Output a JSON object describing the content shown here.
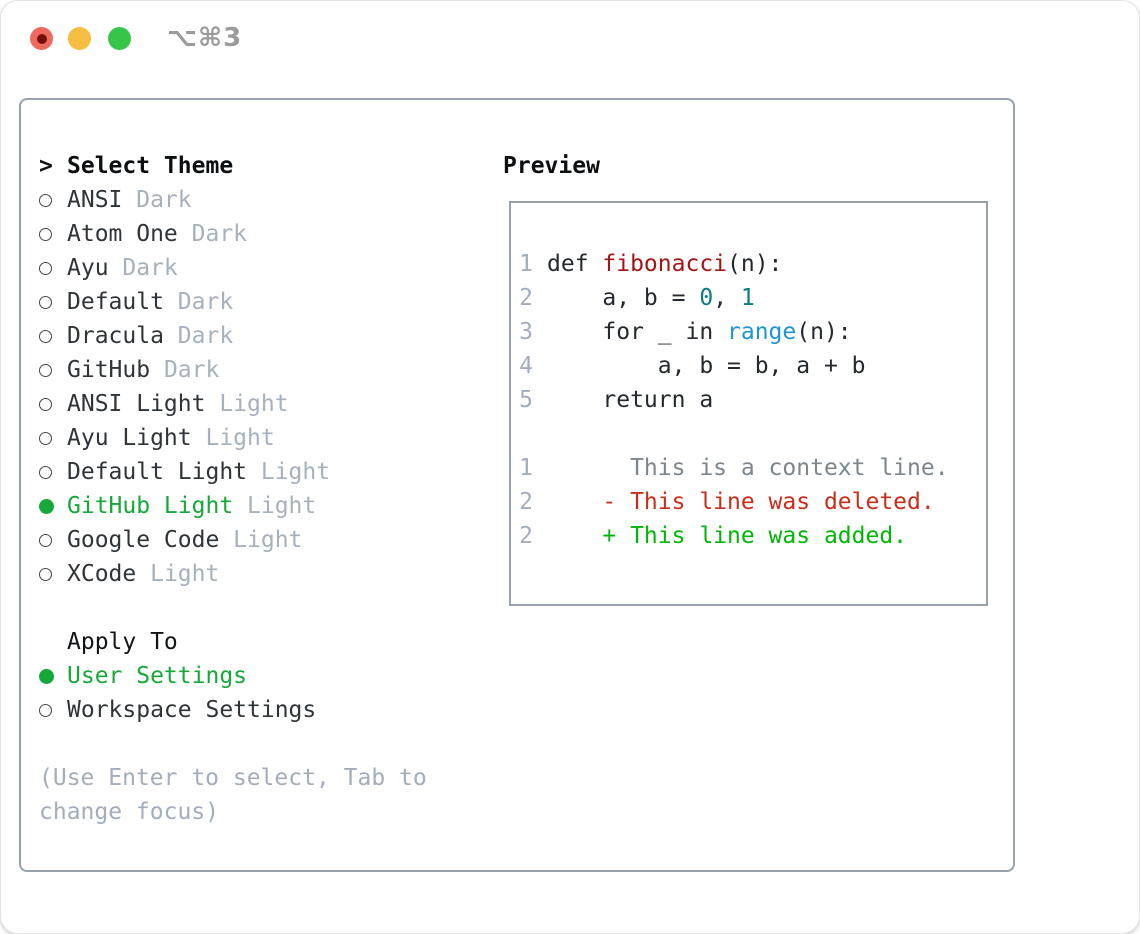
{
  "window": {
    "title": "⌥⌘3",
    "traffic_lights": [
      {
        "name": "close",
        "color": "#ef6a5e",
        "has_inner_dot": true
      },
      {
        "name": "minimize",
        "color": "#f6be40",
        "has_inner_dot": false
      },
      {
        "name": "maximize",
        "color": "#37c64a",
        "has_inner_dot": false
      }
    ]
  },
  "theme_picker": {
    "header_marker": ">",
    "header": "Select Theme",
    "items": [
      {
        "name": "ANSI",
        "variant": "Dark",
        "selected": false
      },
      {
        "name": "Atom One",
        "variant": "Dark",
        "selected": false
      },
      {
        "name": "Ayu",
        "variant": "Dark",
        "selected": false
      },
      {
        "name": "Default",
        "variant": "Dark",
        "selected": false
      },
      {
        "name": "Dracula",
        "variant": "Dark",
        "selected": false
      },
      {
        "name": "GitHub",
        "variant": "Dark",
        "selected": false
      },
      {
        "name": "ANSI Light",
        "variant": "Light",
        "selected": false
      },
      {
        "name": "Ayu Light",
        "variant": "Light",
        "selected": false
      },
      {
        "name": "Default Light",
        "variant": "Light",
        "selected": false
      },
      {
        "name": "GitHub Light",
        "variant": "Light",
        "selected": true
      },
      {
        "name": "Google Code",
        "variant": "Light",
        "selected": false
      },
      {
        "name": "XCode",
        "variant": "Light",
        "selected": false
      }
    ],
    "apply": {
      "header": "Apply To",
      "options": [
        {
          "name": "User Settings",
          "selected": true
        },
        {
          "name": "Workspace Settings",
          "selected": false
        }
      ]
    },
    "hint_lines": [
      "(Use Enter to select, Tab to",
      "change focus)"
    ]
  },
  "preview": {
    "label": "Preview",
    "lines": [
      {
        "num": "1",
        "tokens": [
          [
            "def ",
            "plain"
          ],
          [
            "fibonacci",
            "fn"
          ],
          [
            "(n):",
            "plain"
          ]
        ]
      },
      {
        "num": "2",
        "tokens": [
          [
            "    a, b = ",
            "plain"
          ],
          [
            "0",
            "num"
          ],
          [
            ", ",
            "plain"
          ],
          [
            "1",
            "num"
          ]
        ]
      },
      {
        "num": "3",
        "tokens": [
          [
            "    for _ in ",
            "plain"
          ],
          [
            "range",
            "call"
          ],
          [
            "(n):",
            "plain"
          ]
        ]
      },
      {
        "num": "4",
        "tokens": [
          [
            "        a, b = b, a + b",
            "plain"
          ]
        ]
      },
      {
        "num": "5",
        "tokens": [
          [
            "    return a",
            "plain"
          ]
        ]
      },
      {
        "num": "",
        "tokens": []
      },
      {
        "num": "1",
        "tokens": [
          [
            "      This is a context line.",
            "ctx"
          ]
        ]
      },
      {
        "num": "2",
        "tokens": [
          [
            "    - This line was deleted.",
            "del"
          ]
        ]
      },
      {
        "num": "2",
        "tokens": [
          [
            "    + This line was added.",
            "add"
          ]
        ]
      }
    ]
  },
  "colors": {
    "selected_green": "#17a83a",
    "panel_border": "#99a2ac",
    "item_text": "#2f3439",
    "variant_tag": "#a7b1bd",
    "hint_text": "#a3adbb",
    "line_number": "#a3aebc",
    "code_plain": "#24292f",
    "code_function_red": "#a41515",
    "code_number_teal": "#0b7c82",
    "code_builtin_blue": "#2095d5",
    "diff_context_gray": "#7d858d",
    "diff_deleted_red": "#c92d1c",
    "diff_added_green": "#00b607"
  }
}
